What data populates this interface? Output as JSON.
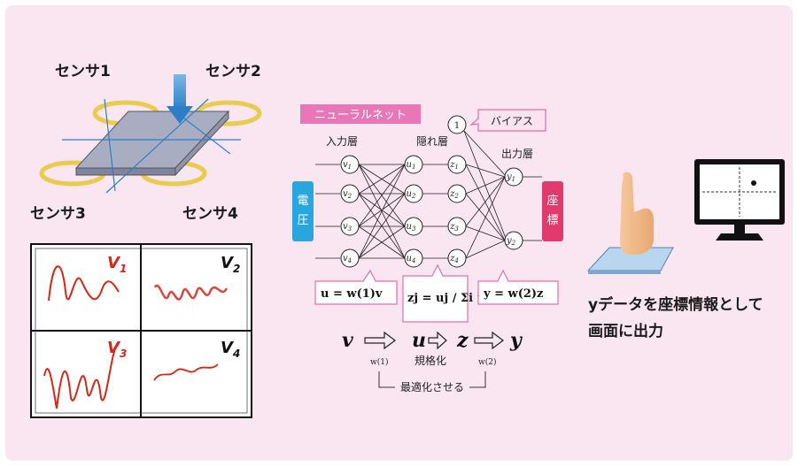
{
  "sensors": {
    "s1": "センサ1",
    "s2": "センサ2",
    "s3": "センサ3",
    "s4": "センサ4"
  },
  "signals": [
    {
      "main": "V",
      "sub": "1",
      "color": "#d62618"
    },
    {
      "main": "V",
      "sub": "2",
      "color": "#111111"
    },
    {
      "main": "V",
      "sub": "3",
      "color": "#d62618"
    },
    {
      "main": "V",
      "sub": "4",
      "color": "#111111"
    }
  ],
  "nn": {
    "title": "ニューラルネット",
    "bias_label": "バイアス",
    "bias_node": "1",
    "input_layer": "入力層",
    "hidden_layer": "隠れ層",
    "output_layer": "出力層",
    "input_box": [
      "電",
      "圧"
    ],
    "output_box": [
      "座",
      "標"
    ],
    "v_nodes": [
      "v",
      "v",
      "v",
      "v"
    ],
    "v_subs": [
      "1",
      "2",
      "3",
      "4"
    ],
    "u_nodes": [
      "u",
      "u",
      "u",
      "u"
    ],
    "u_subs": [
      "1",
      "2",
      "3",
      "4"
    ],
    "z_nodes": [
      "z",
      "z",
      "z",
      "z"
    ],
    "z_subs": [
      "1",
      "2",
      "3",
      "4"
    ],
    "y_nodes": [
      "y",
      "y"
    ],
    "y_subs": [
      "1",
      "2"
    ],
    "eq1": "u = w(1)v",
    "eq2": "zj = uj / Σi ui",
    "eq3": "y = w(2)z"
  },
  "flow": {
    "v": "v",
    "u": "u",
    "z": "z",
    "y": "y",
    "w1": "w(1)",
    "norm": "規格化",
    "w2": "w(2)",
    "optimize": "最適化させる"
  },
  "output_text": {
    "line1": "yデータを座標情報として",
    "line2": "画面に出力"
  },
  "colors": {
    "panel_bg": "#fae6f1",
    "nn_tag": "#e777b6",
    "input_box": "#2aa6de",
    "output_box": "#e03a6e",
    "eq_border": "#e36fa6",
    "ring": "#e5c530"
  }
}
